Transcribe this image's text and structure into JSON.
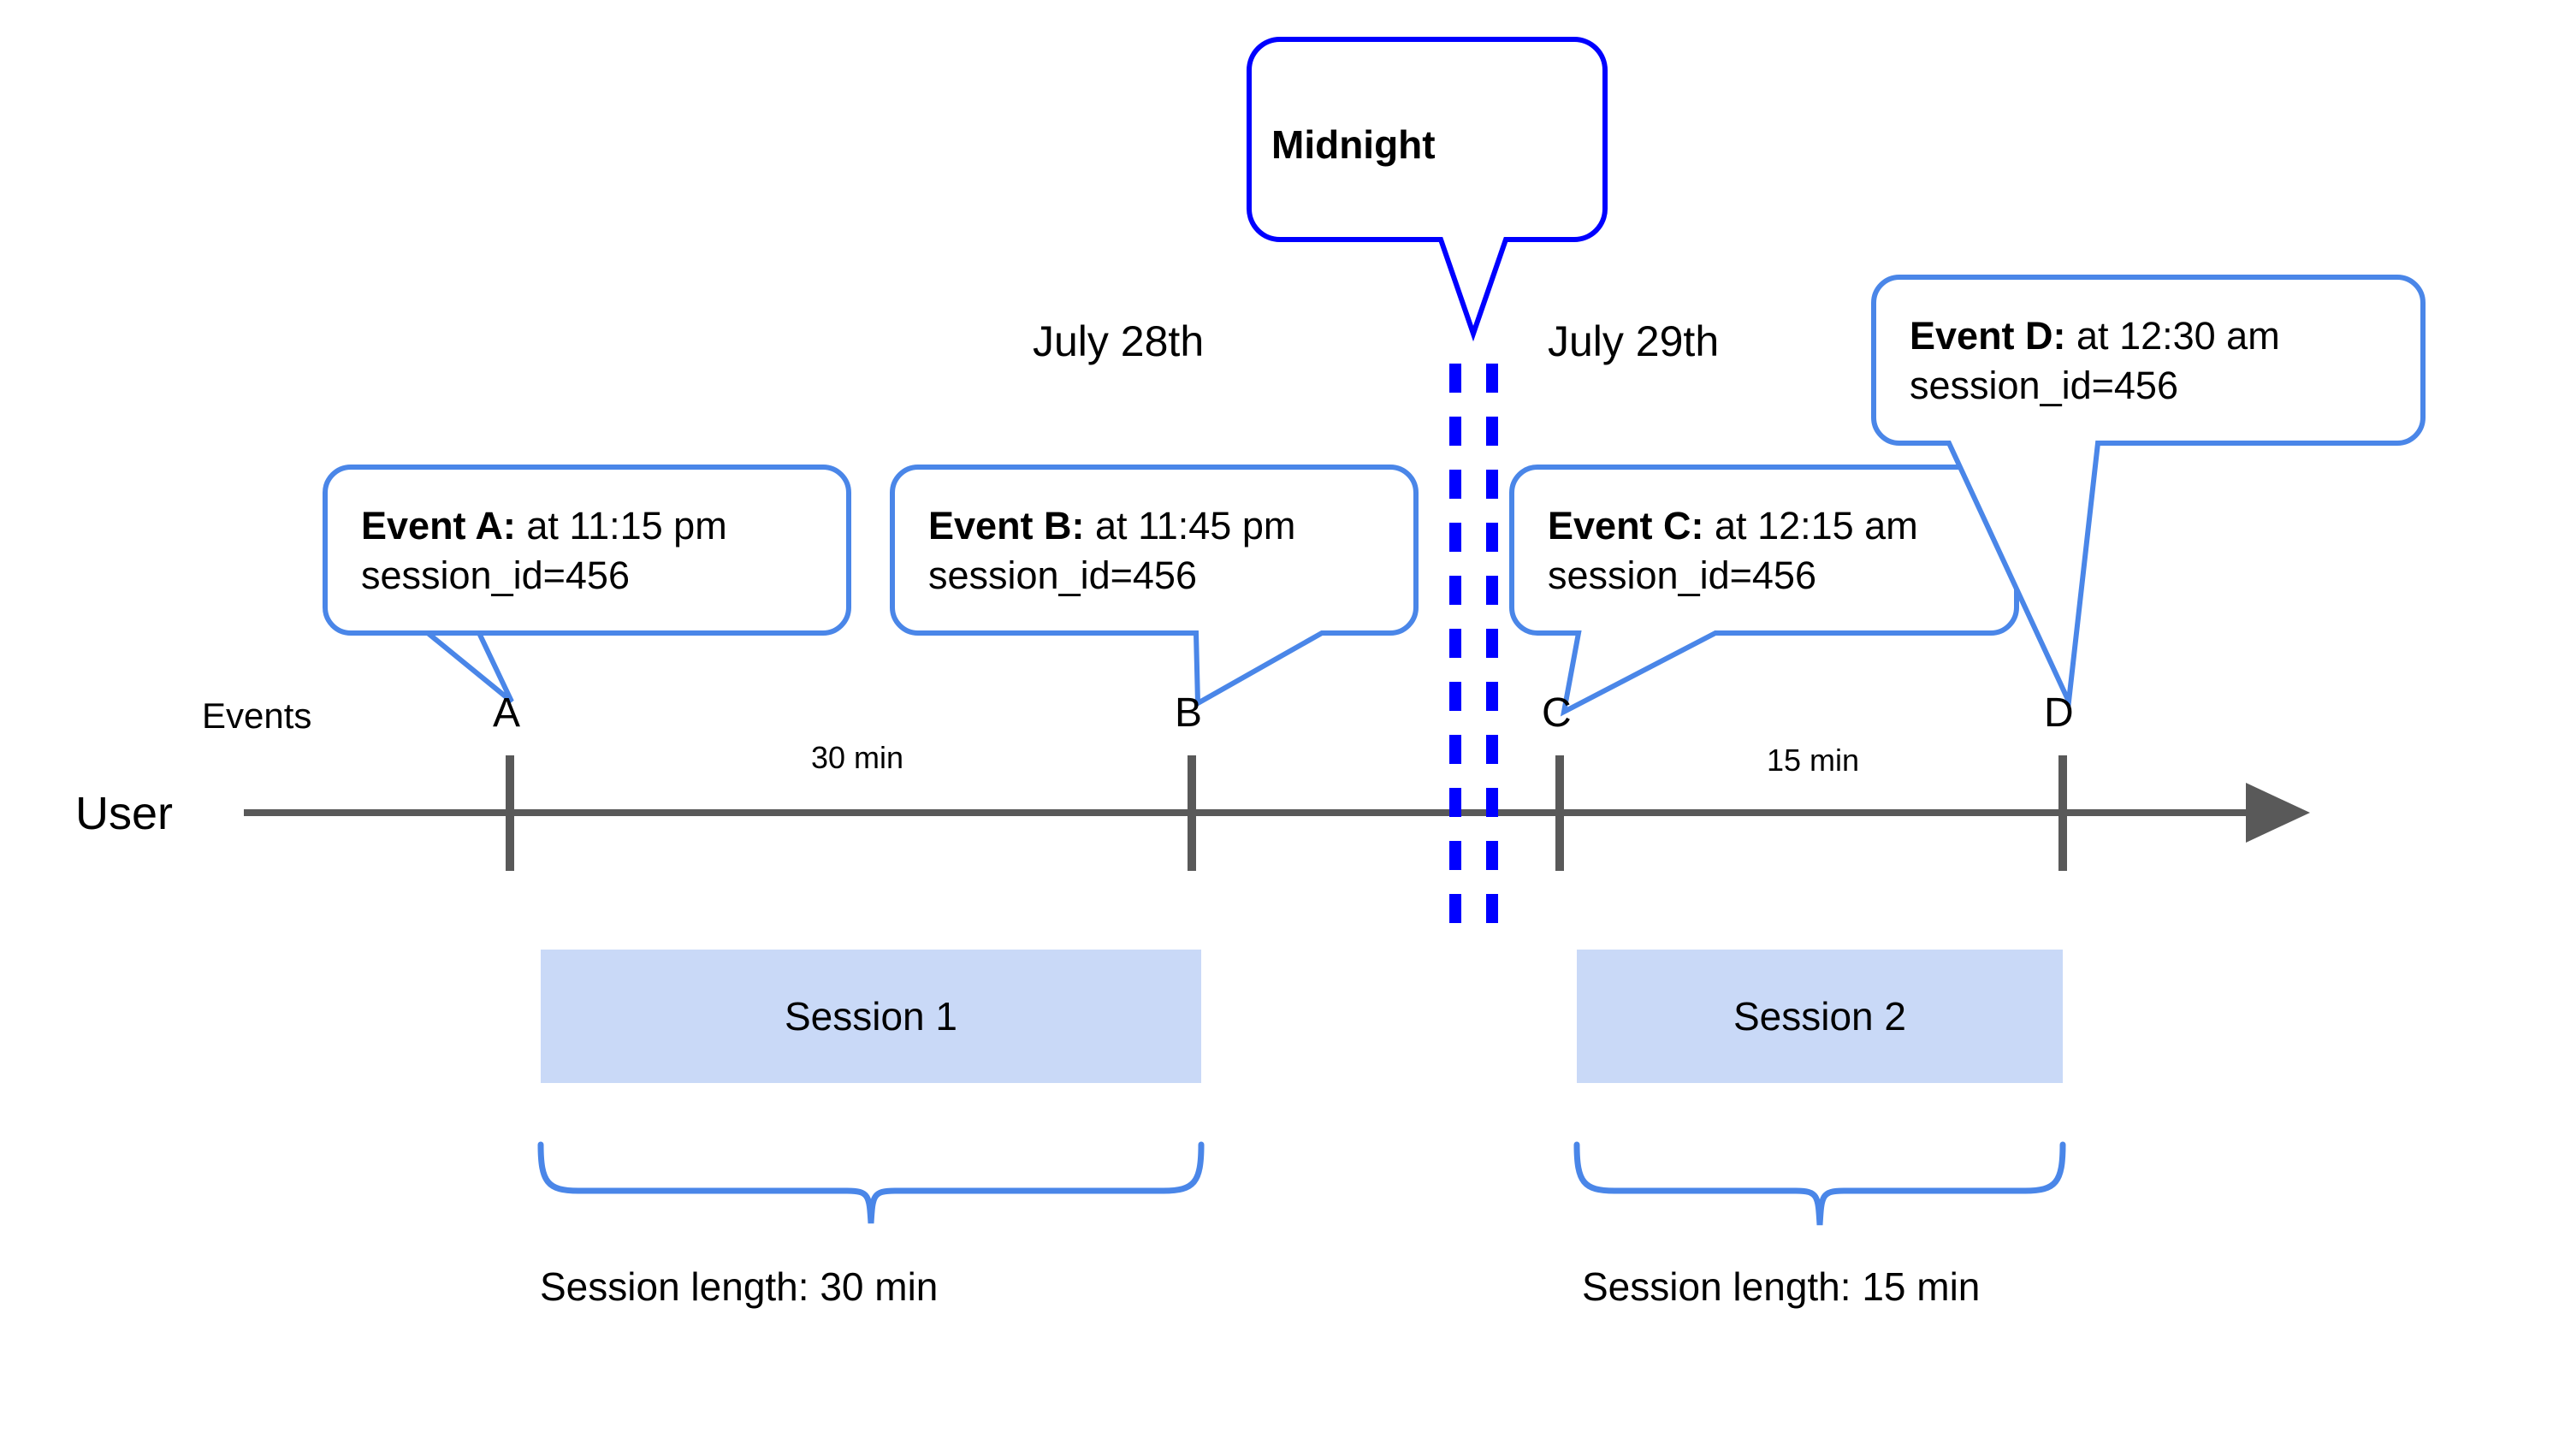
{
  "diagram": {
    "title_callout": {
      "label": "Midnight"
    },
    "dates": [
      {
        "label": "July 28th"
      },
      {
        "label": "July 29th"
      }
    ],
    "axis": {
      "row_label": "User",
      "events_label": "Events"
    },
    "markers": [
      {
        "id": "A",
        "label": "A"
      },
      {
        "id": "B",
        "label": "B"
      },
      {
        "id": "C",
        "label": "C"
      },
      {
        "id": "D",
        "label": "D"
      }
    ],
    "intervals": [
      {
        "label": "30 min"
      },
      {
        "label": "15 min"
      }
    ],
    "event_callouts": [
      {
        "id": "A",
        "bold": "Event A:",
        "rest": " at 11:15 pm",
        "line2": "session_id=456"
      },
      {
        "id": "B",
        "bold": "Event B:",
        "rest": " at 11:45 pm",
        "line2": "session_id=456"
      },
      {
        "id": "C",
        "bold": "Event C:",
        "rest": " at 12:15 am",
        "line2": "session_id=456"
      },
      {
        "id": "D",
        "bold": "Event D:",
        "rest": " at 12:30 am",
        "line2": "session_id=456"
      }
    ],
    "sessions": [
      {
        "label": "Session 1",
        "length_label": "Session length: 30 min"
      },
      {
        "label": "Session 2",
        "length_label": "Session length: 15 min"
      }
    ],
    "colors": {
      "midnight_line": "#0000ff",
      "callout_border": "#4a86e8",
      "session_fill": "#c9d9f7",
      "axis_line": "#595959",
      "brace": "#4a86e8",
      "text": "#000000"
    }
  }
}
